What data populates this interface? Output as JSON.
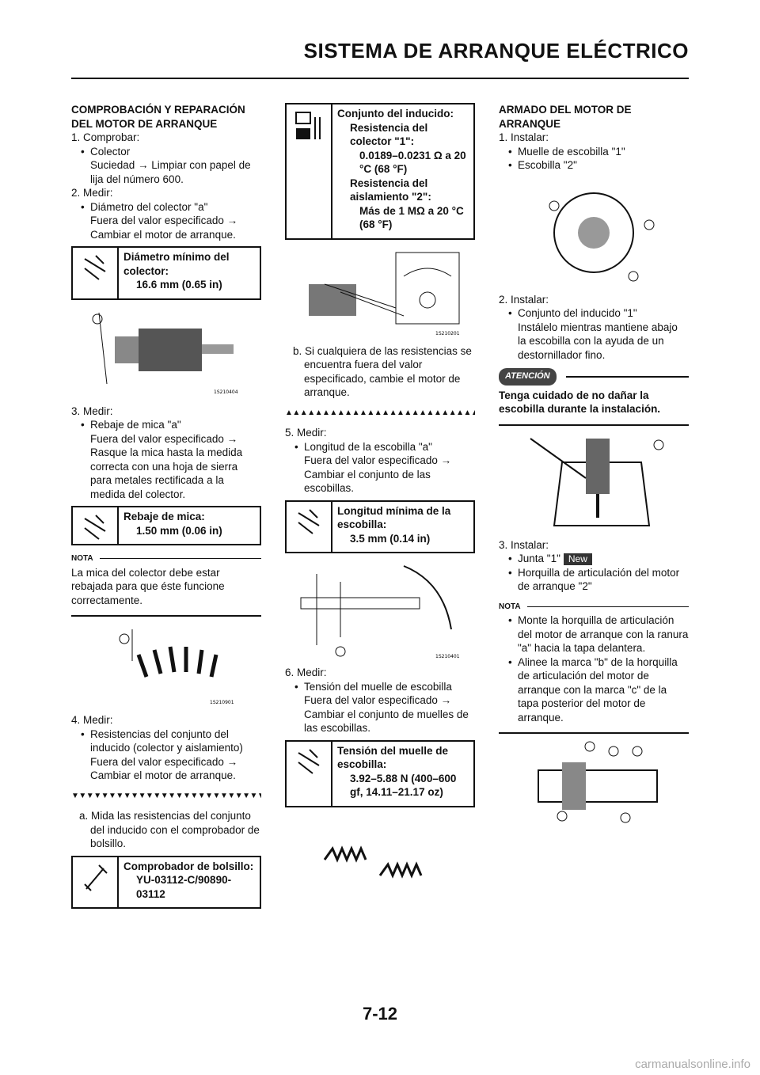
{
  "header": {
    "title": "SISTEMA DE ARRANQUE ELÉCTRICO"
  },
  "col1": {
    "heading": "COMPROBACIÓN Y REPARACIÓN DEL MOTOR DE ARRANQUE",
    "step1": "1. Comprobar:",
    "step1_item": "Colector",
    "step1_text": "Suciedad → Limpiar con papel de lija del número 600.",
    "step2": "2. Medir:",
    "step2_item": "Diámetro del colector \"a\"",
    "step2_text": "Fuera del valor especificado → Cambiar el motor de arranque.",
    "spec1_label": "Diámetro mínimo del colector:",
    "spec1_value": "16.6 mm (0.65 in)",
    "fig1_code": "1S210404",
    "step3": "3. Medir:",
    "step3_item": "Rebaje de mica \"a\"",
    "step3_text": "Fuera del valor especificado → Rasque la mica hasta la medida correcta con una hoja de sierra para metales rectificada a la medida del colector.",
    "spec2_label": "Rebaje de mica:",
    "spec2_value": "1.50 mm (0.06 in)",
    "nota_label": "NOTA",
    "nota_text": "La mica del colector debe estar rebajada para que éste funcione correctamente.",
    "fig2_code": "1S210901",
    "step4": "4. Medir:",
    "step4_item": "Resistencias del conjunto del inducido (colector y aislamiento)",
    "step4_text": "Fuera del valor especificado → Cambiar el motor de arranque.",
    "tri_down": "▼▼▼▼▼▼▼▼▼▼▼▼▼▼▼▼▼▼▼▼▼▼▼▼▼▼▼▼▼",
    "sub_a": "a. Mida las resistencias del conjunto del inducido con el comprobador de bolsillo.",
    "spec3_label": "Comprobador de bolsillo:",
    "spec3_value": "YU-03112-C/90890-03112"
  },
  "col2": {
    "spec4_label1": "Conjunto del inducido:",
    "spec4_label2": "Resistencia del colector \"1\":",
    "spec4_value2": "0.0189–0.0231 Ω a 20 °C (68 °F)",
    "spec4_label3": "Resistencia del aislamiento \"2\":",
    "spec4_value3": "Más de 1 MΩ a 20 °C (68 °F)",
    "fig3_code": "1S210201",
    "sub_b": "b. Si cualquiera de las resistencias se encuentra fuera del valor especificado, cambie el motor de arranque.",
    "tri_up": "▲▲▲▲▲▲▲▲▲▲▲▲▲▲▲▲▲▲▲▲▲▲▲▲▲▲▲▲▲",
    "step5": "5. Medir:",
    "step5_item": "Longitud de la escobilla \"a\"",
    "step5_text": "Fuera del valor especificado → Cambiar el conjunto de las escobillas.",
    "spec5_label": "Longitud mínima de la escobilla:",
    "spec5_value": "3.5 mm (0.14 in)",
    "fig4_code": "1S210401",
    "step6": "6. Medir:",
    "step6_item": "Tensión del muelle de escobilla",
    "step6_text": "Fuera del valor especificado → Cambiar el conjunto de muelles de las escobillas.",
    "spec6_label": "Tensión del muelle de escobilla:",
    "spec6_value": "3.92–5.88 N (400–600 gf, 14.11–21.17 oz)"
  },
  "col3": {
    "heading": "ARMADO DEL MOTOR DE ARRANQUE",
    "step1": "1. Instalar:",
    "step1_item1": "Muelle de escobilla \"1\"",
    "step1_item2": "Escobilla \"2\"",
    "step2": "2. Instalar:",
    "step2_item": "Conjunto del inducido \"1\"",
    "step2_text": "Instálelo mientras mantiene abajo la escobilla con la ayuda de un destornillador fino.",
    "atencion_label": "ATENCIÓN",
    "atencion_text": "Tenga cuidado de no dañar la escobilla durante la instalación.",
    "step3": "3. Instalar:",
    "step3_item1": "Junta \"1\"",
    "new_label": "New",
    "step3_item2": "Horquilla de articulación del motor de arranque \"2\"",
    "nota_label": "NOTA",
    "nota_item1": "Monte la horquilla de articulación del motor de arranque con la ranura \"a\" hacia la tapa delantera.",
    "nota_item2": "Alinee la marca \"b\" de la horquilla de articulación del motor de arranque con la marca \"c\" de la tapa posterior del motor de arranque."
  },
  "footer": {
    "page_number": "7-12",
    "watermark": "carmanualsonline.info"
  }
}
